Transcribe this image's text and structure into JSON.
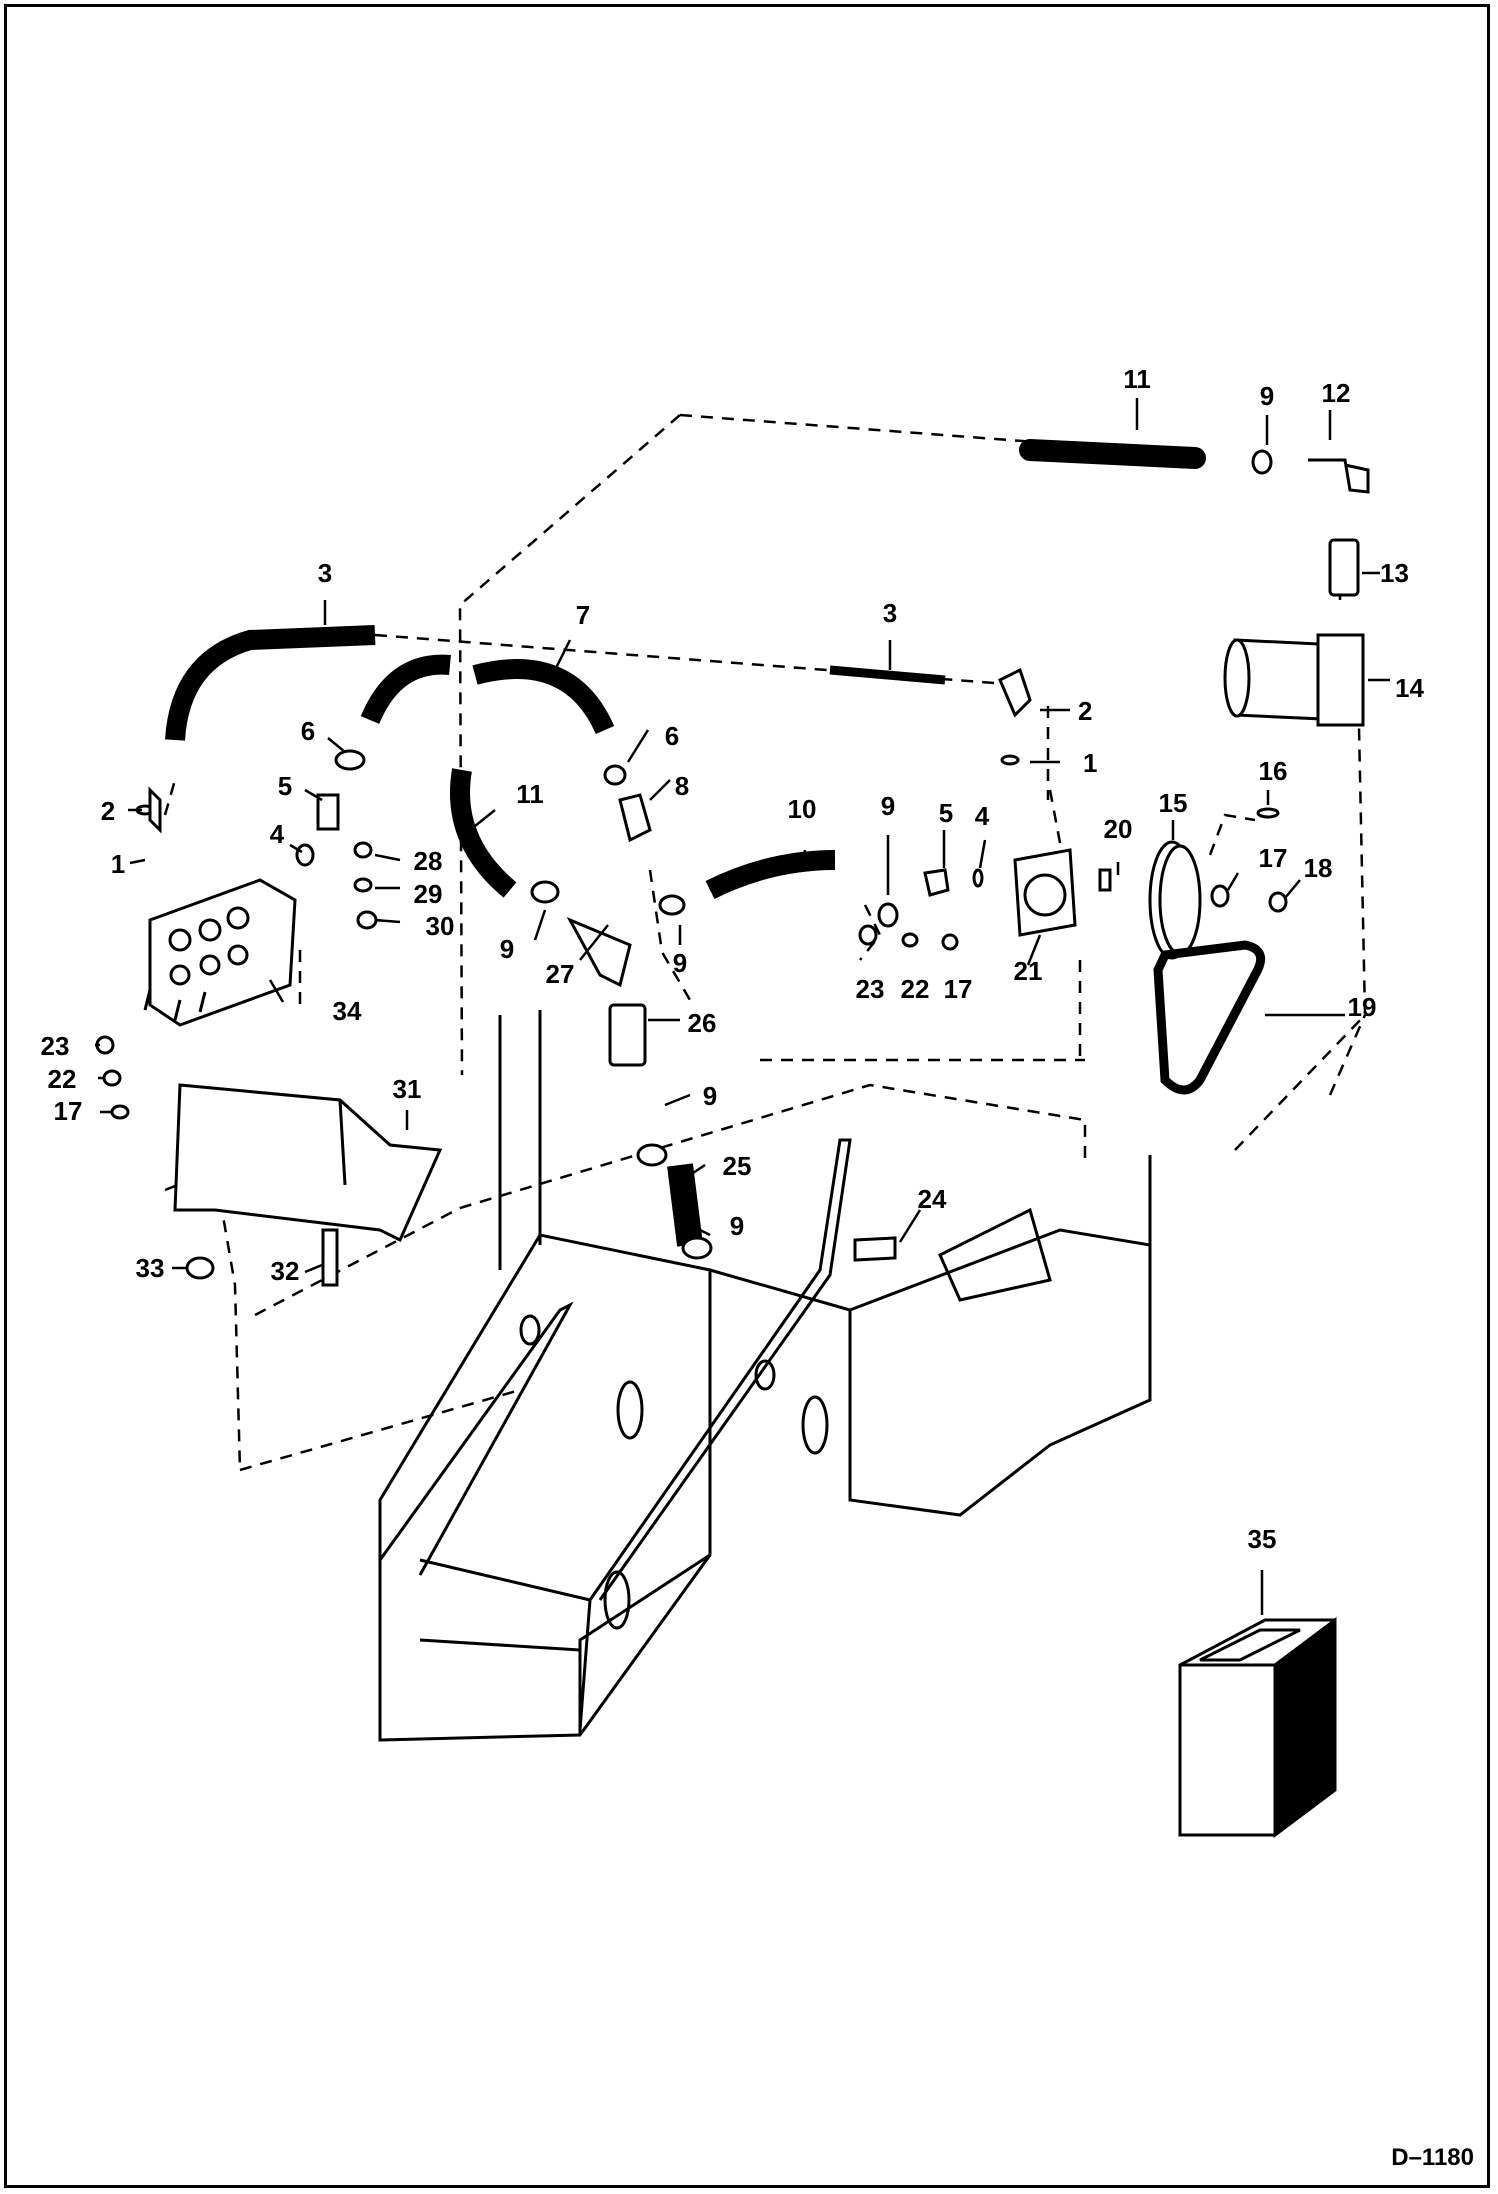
{
  "diagram": {
    "document_id": "D–1180",
    "callouts": [
      {
        "id": "c11a",
        "text": "11"
      },
      {
        "id": "c9a",
        "text": "9"
      },
      {
        "id": "c12",
        "text": "12"
      },
      {
        "id": "c13",
        "text": "13"
      },
      {
        "id": "c14",
        "text": "14"
      },
      {
        "id": "c3a",
        "text": "3"
      },
      {
        "id": "c7",
        "text": "7"
      },
      {
        "id": "c3b",
        "text": "3"
      },
      {
        "id": "c2a",
        "text": "2"
      },
      {
        "id": "c1a",
        "text": "1"
      },
      {
        "id": "c6a",
        "text": "6"
      },
      {
        "id": "c6b",
        "text": "6"
      },
      {
        "id": "c8",
        "text": "8"
      },
      {
        "id": "c5a",
        "text": "5"
      },
      {
        "id": "c11b",
        "text": "11"
      },
      {
        "id": "c2b",
        "text": "2"
      },
      {
        "id": "c1b",
        "text": "1"
      },
      {
        "id": "c4a",
        "text": "4"
      },
      {
        "id": "c28",
        "text": "28"
      },
      {
        "id": "c29",
        "text": "29"
      },
      {
        "id": "c30",
        "text": "30"
      },
      {
        "id": "c10",
        "text": "10"
      },
      {
        "id": "c9b",
        "text": "9"
      },
      {
        "id": "c5b",
        "text": "5"
      },
      {
        "id": "c4b",
        "text": "4"
      },
      {
        "id": "c20",
        "text": "20"
      },
      {
        "id": "c15",
        "text": "15"
      },
      {
        "id": "c16",
        "text": "16"
      },
      {
        "id": "c17a",
        "text": "17"
      },
      {
        "id": "c18",
        "text": "18"
      },
      {
        "id": "c9c",
        "text": "9"
      },
      {
        "id": "c9d",
        "text": "9"
      },
      {
        "id": "c27",
        "text": "27"
      },
      {
        "id": "c34",
        "text": "34"
      },
      {
        "id": "c23a",
        "text": "23"
      },
      {
        "id": "c22a",
        "text": "22"
      },
      {
        "id": "c17b",
        "text": "17"
      },
      {
        "id": "c21",
        "text": "21"
      },
      {
        "id": "c19",
        "text": "19"
      },
      {
        "id": "c26",
        "text": "26"
      },
      {
        "id": "c23b",
        "text": "23"
      },
      {
        "id": "c22b",
        "text": "22"
      },
      {
        "id": "c17c",
        "text": "17"
      },
      {
        "id": "c31",
        "text": "31"
      },
      {
        "id": "c9e",
        "text": "9"
      },
      {
        "id": "c25",
        "text": "25"
      },
      {
        "id": "c9f",
        "text": "9"
      },
      {
        "id": "c24",
        "text": "24"
      },
      {
        "id": "c33",
        "text": "33"
      },
      {
        "id": "c32",
        "text": "32"
      },
      {
        "id": "c35",
        "text": "35"
      }
    ]
  }
}
